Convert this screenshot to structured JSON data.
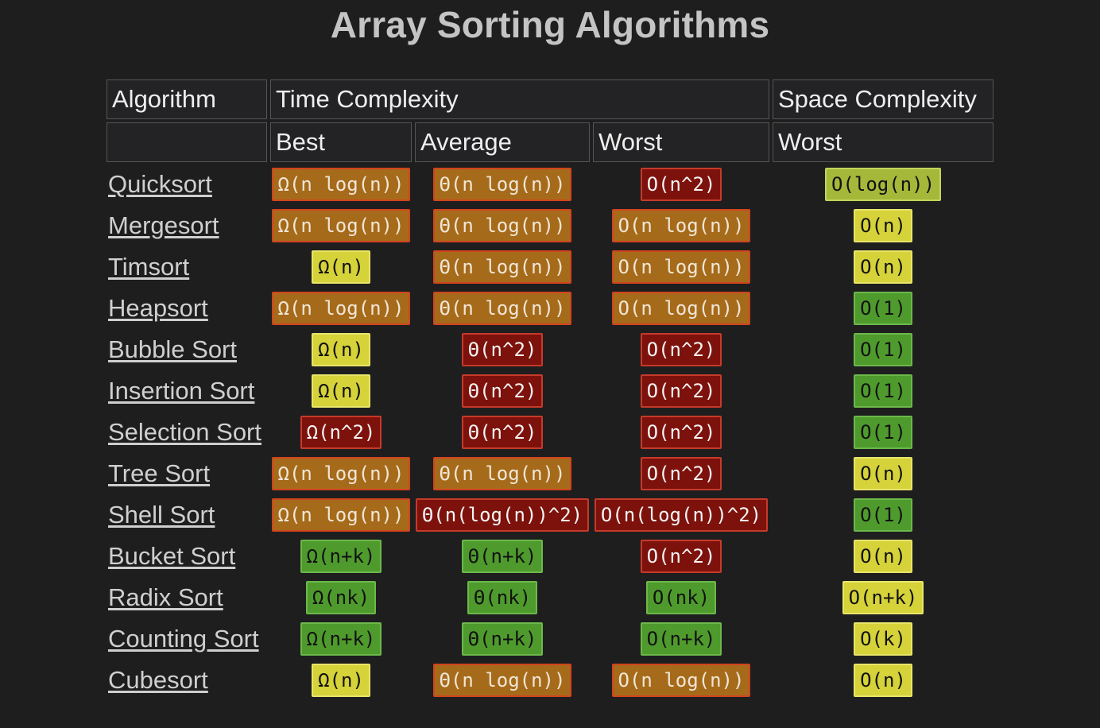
{
  "title": "Array Sorting Algorithms",
  "header": {
    "algorithm": "Algorithm",
    "time_complexity": "Time Complexity",
    "space_complexity": "Space Complexity",
    "best": "Best",
    "average": "Average",
    "worst": "Worst",
    "space_worst": "Worst"
  },
  "colors": {
    "yellow": "#d6d23a",
    "green": "#4f9a2d",
    "lime": "#a5b83a",
    "orange": "#a66b1a",
    "red": "#7d120c"
  },
  "rows": [
    {
      "name": "Quicksort",
      "best": {
        "text": "Ω(n log(n))",
        "color": "orange"
      },
      "average": {
        "text": "Θ(n log(n))",
        "color": "orange"
      },
      "worst": {
        "text": "O(n^2)",
        "color": "red"
      },
      "space": {
        "text": "O(log(n))",
        "color": "lime"
      }
    },
    {
      "name": "Mergesort",
      "best": {
        "text": "Ω(n log(n))",
        "color": "orange"
      },
      "average": {
        "text": "Θ(n log(n))",
        "color": "orange"
      },
      "worst": {
        "text": "O(n log(n))",
        "color": "orange"
      },
      "space": {
        "text": "O(n)",
        "color": "yellow"
      }
    },
    {
      "name": "Timsort",
      "best": {
        "text": "Ω(n)",
        "color": "yellow"
      },
      "average": {
        "text": "Θ(n log(n))",
        "color": "orange"
      },
      "worst": {
        "text": "O(n log(n))",
        "color": "orange"
      },
      "space": {
        "text": "O(n)",
        "color": "yellow"
      }
    },
    {
      "name": "Heapsort",
      "best": {
        "text": "Ω(n log(n))",
        "color": "orange"
      },
      "average": {
        "text": "Θ(n log(n))",
        "color": "orange"
      },
      "worst": {
        "text": "O(n log(n))",
        "color": "orange"
      },
      "space": {
        "text": "O(1)",
        "color": "green"
      }
    },
    {
      "name": "Bubble Sort",
      "best": {
        "text": "Ω(n)",
        "color": "yellow"
      },
      "average": {
        "text": "Θ(n^2)",
        "color": "red"
      },
      "worst": {
        "text": "O(n^2)",
        "color": "red"
      },
      "space": {
        "text": "O(1)",
        "color": "green"
      }
    },
    {
      "name": "Insertion Sort",
      "best": {
        "text": "Ω(n)",
        "color": "yellow"
      },
      "average": {
        "text": "Θ(n^2)",
        "color": "red"
      },
      "worst": {
        "text": "O(n^2)",
        "color": "red"
      },
      "space": {
        "text": "O(1)",
        "color": "green"
      }
    },
    {
      "name": "Selection Sort",
      "best": {
        "text": "Ω(n^2)",
        "color": "red"
      },
      "average": {
        "text": "Θ(n^2)",
        "color": "red"
      },
      "worst": {
        "text": "O(n^2)",
        "color": "red"
      },
      "space": {
        "text": "O(1)",
        "color": "green"
      }
    },
    {
      "name": "Tree Sort",
      "best": {
        "text": "Ω(n log(n))",
        "color": "orange"
      },
      "average": {
        "text": "Θ(n log(n))",
        "color": "orange"
      },
      "worst": {
        "text": "O(n^2)",
        "color": "red"
      },
      "space": {
        "text": "O(n)",
        "color": "yellow"
      }
    },
    {
      "name": "Shell Sort",
      "best": {
        "text": "Ω(n log(n))",
        "color": "orange"
      },
      "average": {
        "text": "Θ(n(log(n))^2)",
        "color": "red"
      },
      "worst": {
        "text": "O(n(log(n))^2)",
        "color": "red"
      },
      "space": {
        "text": "O(1)",
        "color": "green"
      }
    },
    {
      "name": "Bucket Sort",
      "best": {
        "text": "Ω(n+k)",
        "color": "green"
      },
      "average": {
        "text": "Θ(n+k)",
        "color": "green"
      },
      "worst": {
        "text": "O(n^2)",
        "color": "red"
      },
      "space": {
        "text": "O(n)",
        "color": "yellow"
      }
    },
    {
      "name": "Radix Sort",
      "best": {
        "text": "Ω(nk)",
        "color": "green"
      },
      "average": {
        "text": "Θ(nk)",
        "color": "green"
      },
      "worst": {
        "text": "O(nk)",
        "color": "green"
      },
      "space": {
        "text": "O(n+k)",
        "color": "yellow"
      }
    },
    {
      "name": "Counting Sort",
      "best": {
        "text": "Ω(n+k)",
        "color": "green"
      },
      "average": {
        "text": "Θ(n+k)",
        "color": "green"
      },
      "worst": {
        "text": "O(n+k)",
        "color": "green"
      },
      "space": {
        "text": "O(k)",
        "color": "yellow"
      }
    },
    {
      "name": "Cubesort",
      "best": {
        "text": "Ω(n)",
        "color": "yellow"
      },
      "average": {
        "text": "Θ(n log(n))",
        "color": "orange"
      },
      "worst": {
        "text": "O(n log(n))",
        "color": "orange"
      },
      "space": {
        "text": "O(n)",
        "color": "yellow"
      }
    }
  ]
}
